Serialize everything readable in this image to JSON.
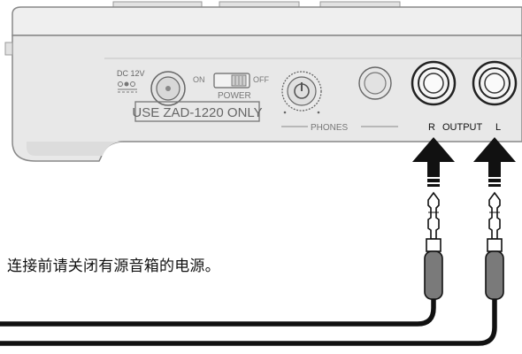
{
  "device": {
    "dc_label": "DC 12V",
    "power_on_label": "ON",
    "power_off_label": "OFF",
    "power_label": "POWER",
    "adapter_notice": "USE ZAD-1220 ONLY",
    "phones_label": "PHONES",
    "output_r_label": "R",
    "output_label": "OUTPUT",
    "output_l_label": "L"
  },
  "instruction": {
    "text": "连接前请关闭有源音箱的电源。"
  },
  "colors": {
    "device_body": "#e9e9e9",
    "outline": "#333333",
    "arrow": "#111111",
    "cable": "#111111",
    "plug_sleeve": "#7a7a7a"
  }
}
